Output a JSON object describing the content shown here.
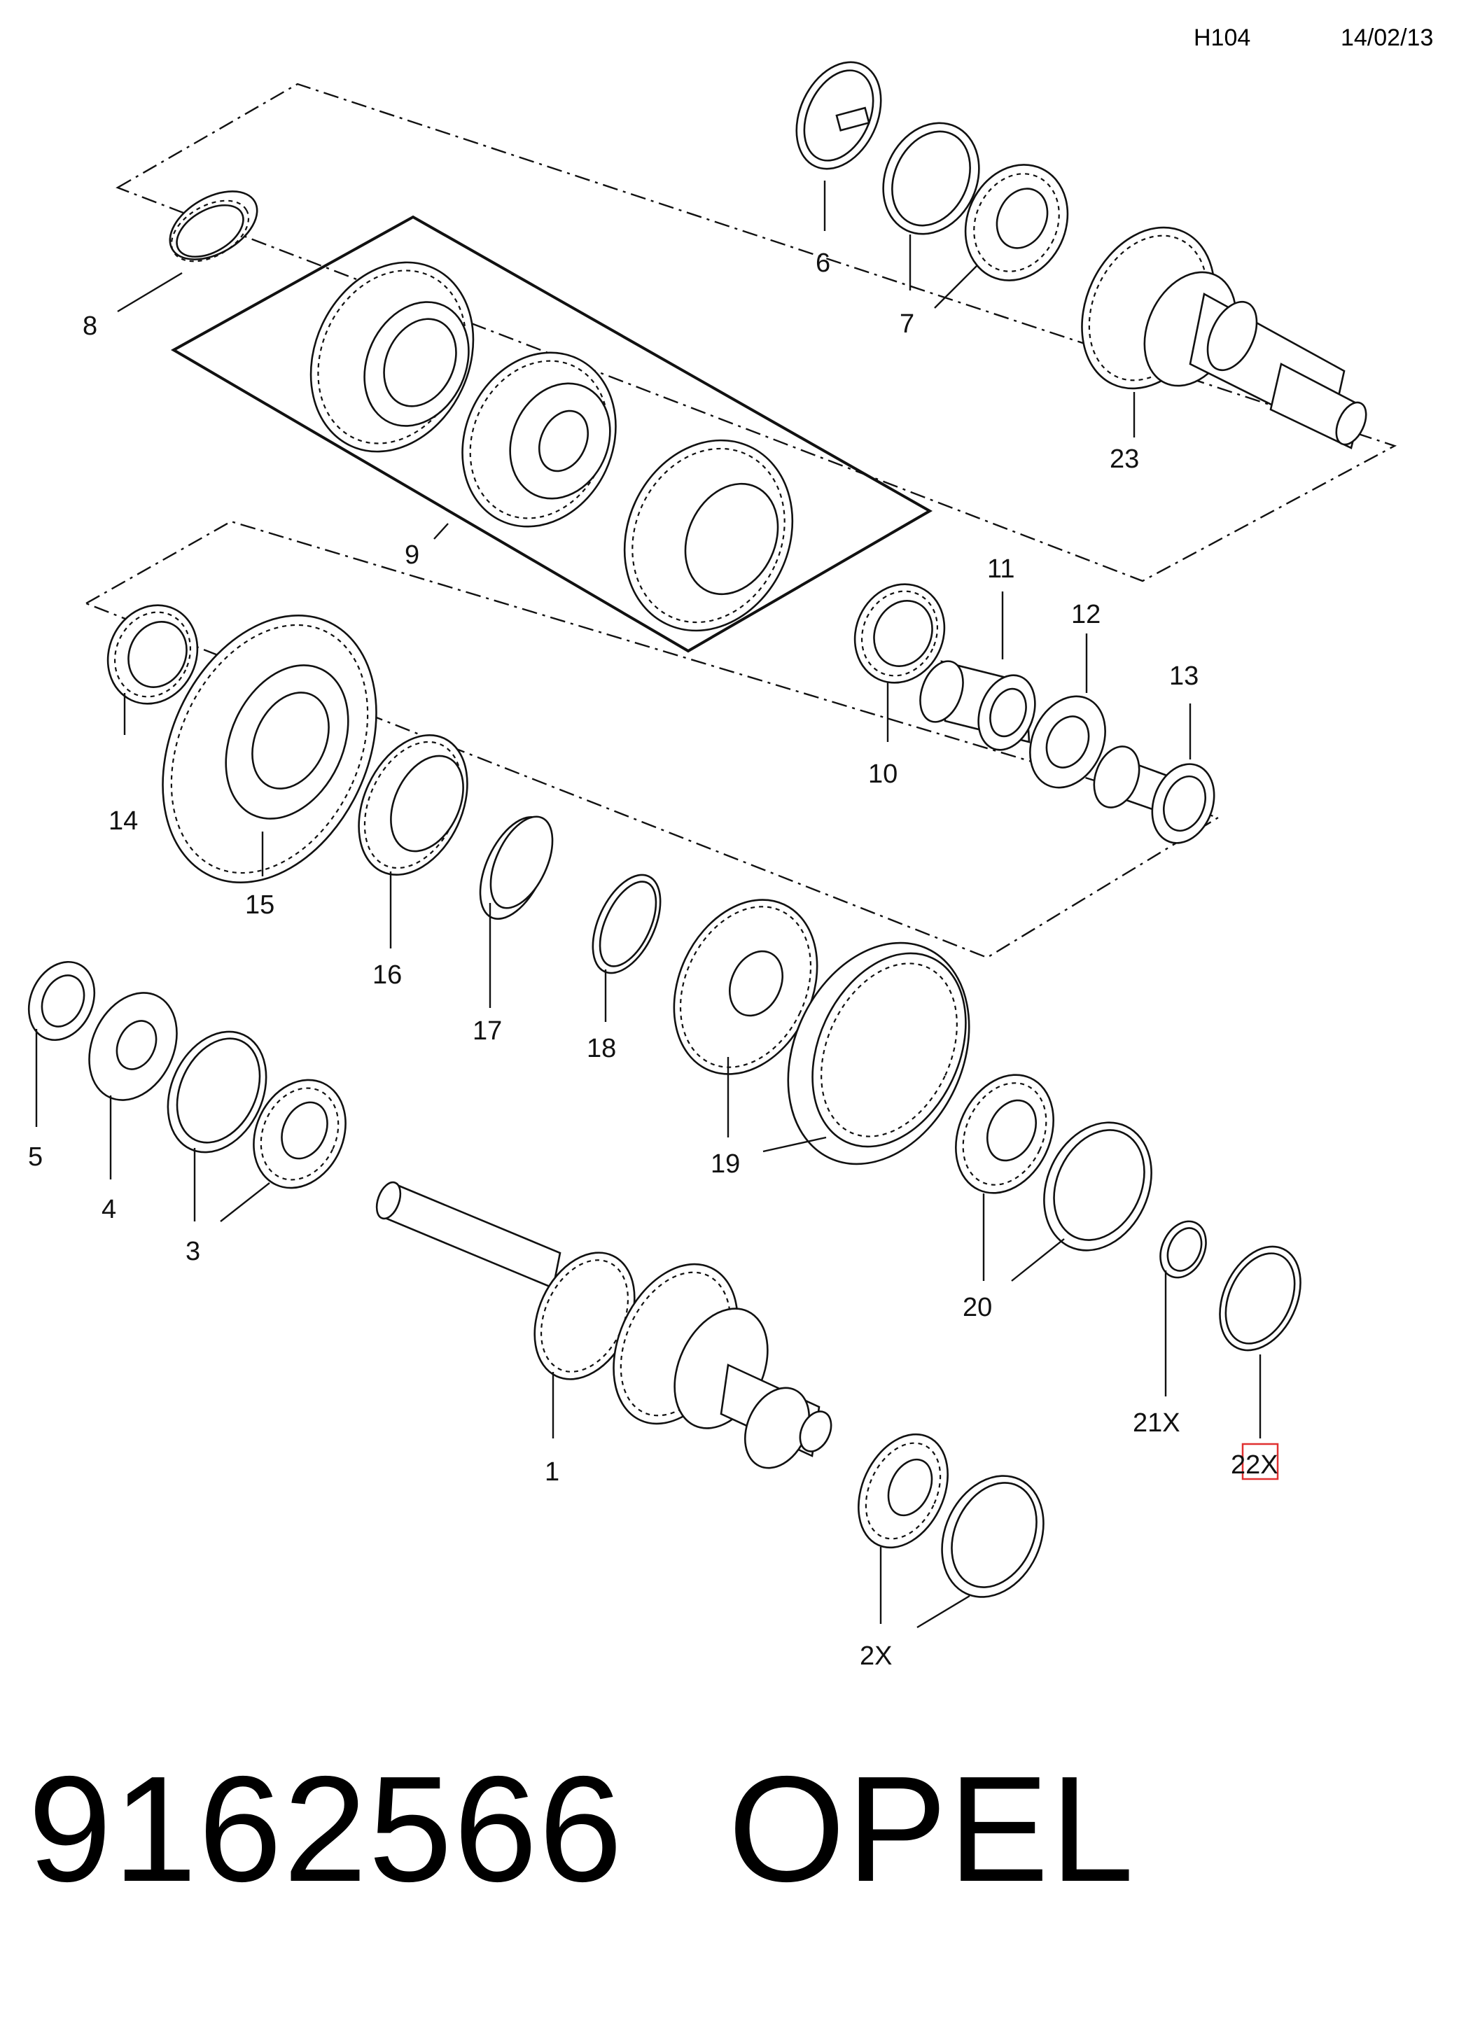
{
  "header": {
    "code": "H104",
    "date": "14/02/13"
  },
  "footer": {
    "part_number": "9162566",
    "brand": "OPEL"
  },
  "callouts": {
    "c1": "1",
    "c2x": "2X",
    "c3": "3",
    "c4": "4",
    "c5": "5",
    "c6": "6",
    "c7": "7",
    "c8": "8",
    "c9": "9",
    "c10": "10",
    "c11": "11",
    "c12": "12",
    "c13": "13",
    "c14": "14",
    "c15": "15",
    "c16": "16",
    "c17": "17",
    "c18": "18",
    "c19": "19",
    "c20": "20",
    "c21x": "21X",
    "c22x": "22X",
    "c23": "23"
  },
  "highlight_color": "#e03030"
}
